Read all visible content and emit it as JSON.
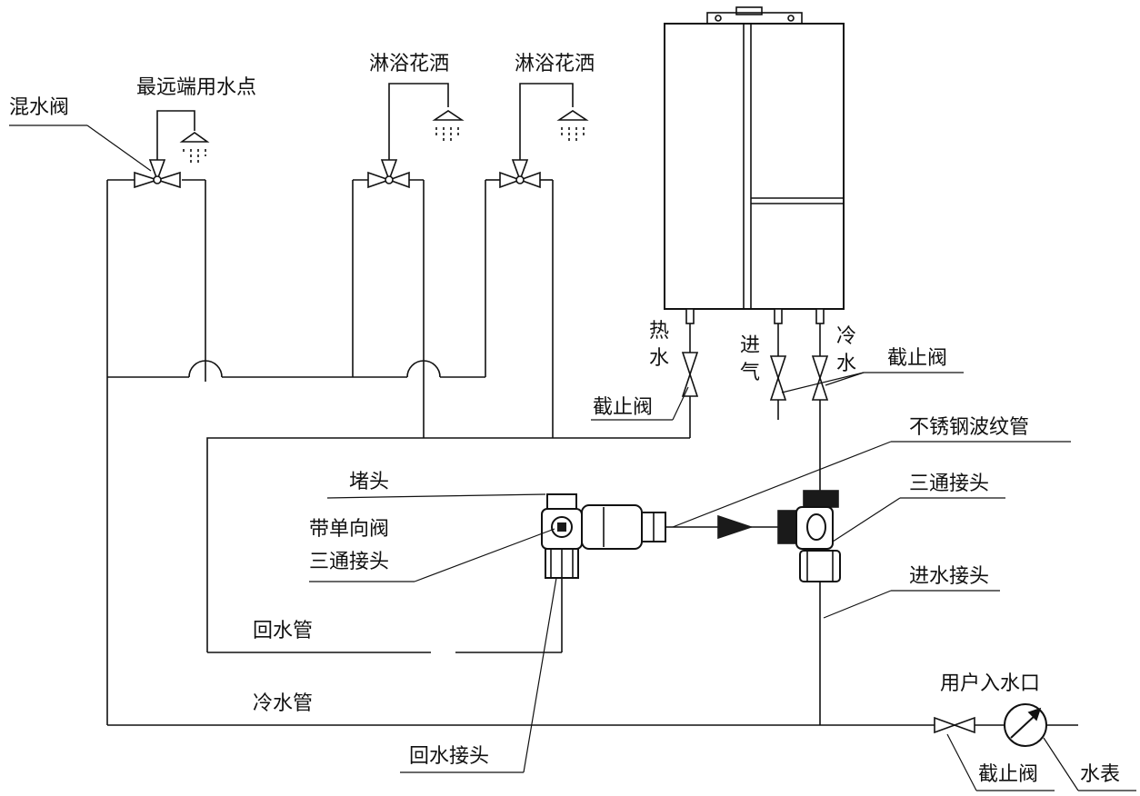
{
  "colors": {
    "line": "#111111",
    "device_fill": "#ffffff",
    "dark_part": "#1a1a1a"
  },
  "labels": {
    "mixing_valve": "混水阀",
    "farthest_point": "最远端用水点",
    "shower_1": "淋浴花洒",
    "shower_2": "淋浴花洒",
    "hot_water": "热水",
    "gas_inlet": "进气",
    "cold_water": "冷水",
    "stop_valve_top": "截止阀",
    "stop_valve_left": "截止阀",
    "stainless_hose": "不锈钢波纹管",
    "plug": "堵头",
    "check_valve_tee_line1": "带单向阀",
    "check_valve_tee_line2": "三通接头",
    "tee_joint": "三通接头",
    "inlet_joint": "进水接头",
    "return_pipe": "回水管",
    "cold_pipe": "冷水管",
    "user_inlet": "用户入水口",
    "return_joint": "回水接头",
    "stop_valve_bottom": "截止阀",
    "water_meter": "水表"
  },
  "icons": [
    "valve-icon",
    "shower-head-icon",
    "water-meter-icon",
    "flow-arrow-icon",
    "water-heater-icon",
    "tee-joint-icon"
  ]
}
